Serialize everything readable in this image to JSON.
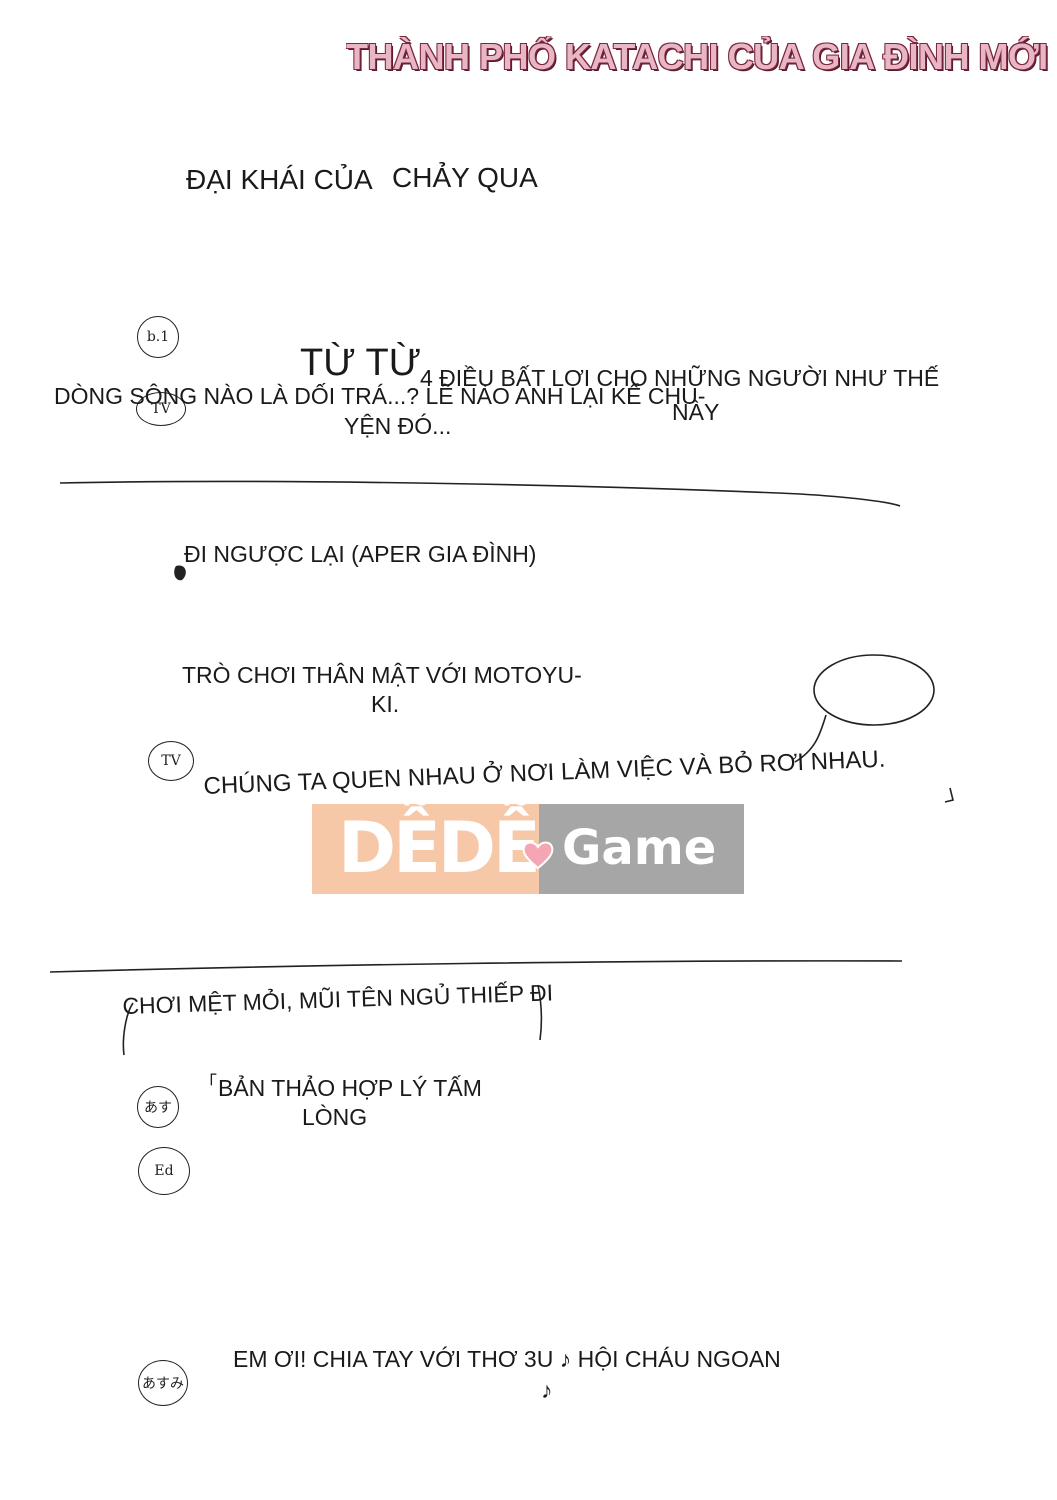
{
  "header": {
    "title": "THÀNH PHỐ KATACHI CỦA GIA ĐÌNH MỚI"
  },
  "sections": {
    "s1": {
      "heading": "ĐẠI KHÁI CỦA",
      "heading_overlap": "CHẢY QUA",
      "big": "TỪ TỪ",
      "line_left": "DÒNG SÔNG NÀO LÀ DỐI TRÁ...? LẼ NÀO ANH LẠI KỂ CHU-",
      "line_left_2": "YỆN ĐÓ...",
      "line_right": "4 ĐIỀU BẤT LỢI CHO NHỮNG NGƯỜI NHƯ THẾ",
      "line_right_2": "NÀY"
    },
    "s2": {
      "line1": "ĐI NGƯỢC LẠI (APER GIA ĐÌNH)",
      "line2": "TRÒ CHƠI THÂN MẬT VỚI MOTOYU-",
      "line2b": "KI.",
      "line3": "CHÚNG TA QUEN NHAU Ở NƠI LÀM VIỆC VÀ BỎ RƠI NHAU."
    },
    "s3": {
      "line1": "CHƠI MỆT MỎI, MŨI TÊN NGỦ THIẾP ĐI",
      "line2_bracket": "「",
      "line2": "BẢN THẢO HỢP LÝ TẤM",
      "line2b": "LÒNG",
      "line3": "EM ƠI! CHIA TAY VỚI THƠ 3U ♪ HỘI CHÁU NGOAN",
      "line3b": "♪"
    }
  },
  "margin_marks": [
    "b.1",
    "TV",
    "TV",
    "あす",
    "Ed",
    "あすみ"
  ],
  "watermark": {
    "brand_left": "DỄDỄ",
    "brand_right": "Game",
    "heart_color": "#f4a6b4"
  }
}
